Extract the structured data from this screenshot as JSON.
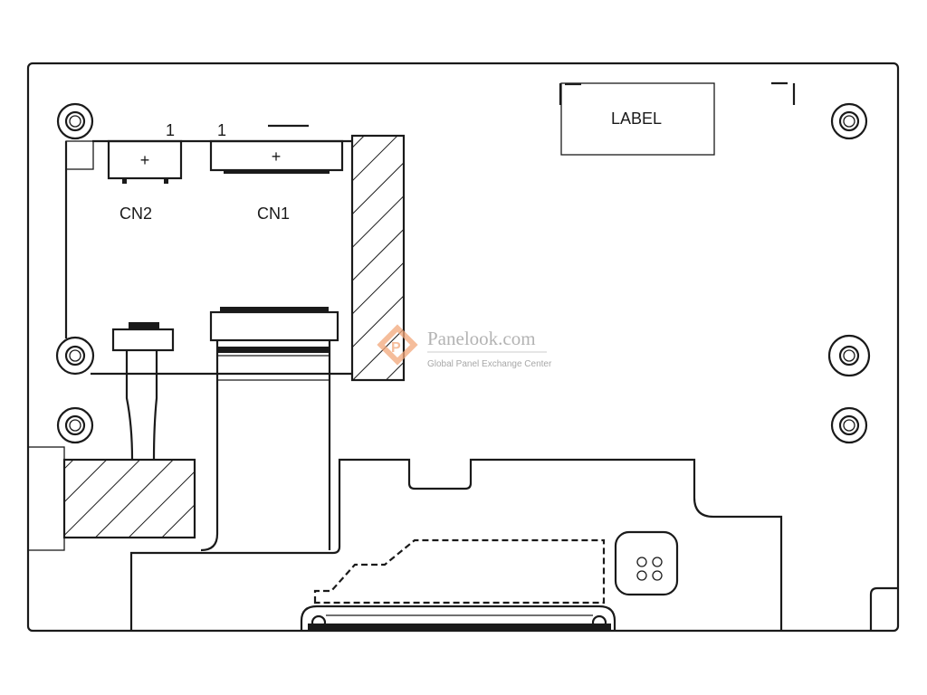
{
  "drawing": {
    "label_box": "LABEL",
    "connectors": [
      {
        "name": "CN2",
        "pin1": "1",
        "polarity": "+"
      },
      {
        "name": "CN1",
        "pin1": "1",
        "polarity": "+"
      }
    ]
  },
  "watermark": {
    "site": "Panelook.com",
    "tagline": "Global Panel Exchange Center",
    "color": "#f2a77a"
  }
}
